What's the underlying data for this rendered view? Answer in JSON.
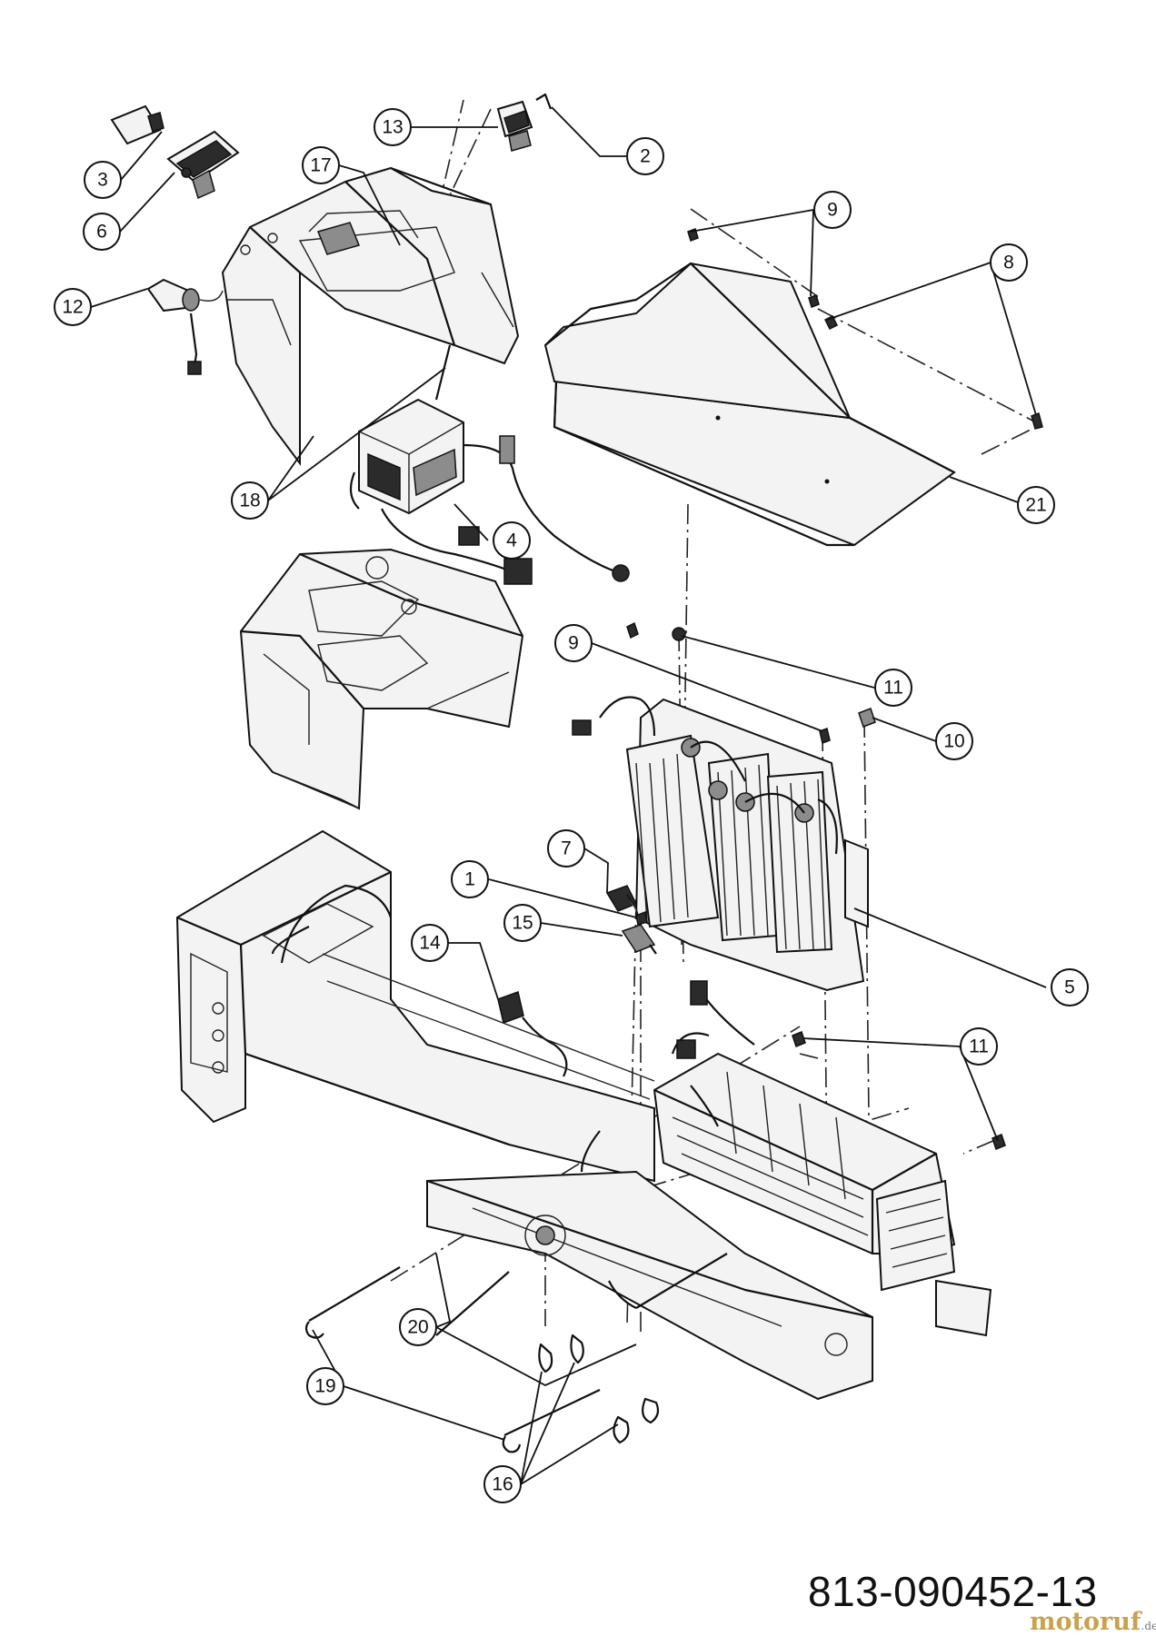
{
  "diagram": {
    "code": "813-090452-13",
    "watermark": {
      "name": "motoruf",
      "tld": ".de"
    },
    "callouts": [
      {
        "id": "c1",
        "label": "1"
      },
      {
        "id": "c2",
        "label": "2"
      },
      {
        "id": "c3",
        "label": "3"
      },
      {
        "id": "c4",
        "label": "4"
      },
      {
        "id": "c5",
        "label": "5"
      },
      {
        "id": "c6",
        "label": "6"
      },
      {
        "id": "c7",
        "label": "7"
      },
      {
        "id": "c8",
        "label": "8"
      },
      {
        "id": "c9a",
        "label": "9"
      },
      {
        "id": "c9b",
        "label": "9"
      },
      {
        "id": "c10",
        "label": "10"
      },
      {
        "id": "c11a",
        "label": "11"
      },
      {
        "id": "c11b",
        "label": "11"
      },
      {
        "id": "c12",
        "label": "12"
      },
      {
        "id": "c13",
        "label": "13"
      },
      {
        "id": "c14",
        "label": "14"
      },
      {
        "id": "c15",
        "label": "15"
      },
      {
        "id": "c16",
        "label": "16"
      },
      {
        "id": "c17",
        "label": "17"
      },
      {
        "id": "c18",
        "label": "18"
      },
      {
        "id": "c19",
        "label": "19"
      },
      {
        "id": "c20",
        "label": "20"
      },
      {
        "id": "c21",
        "label": "21"
      }
    ]
  }
}
